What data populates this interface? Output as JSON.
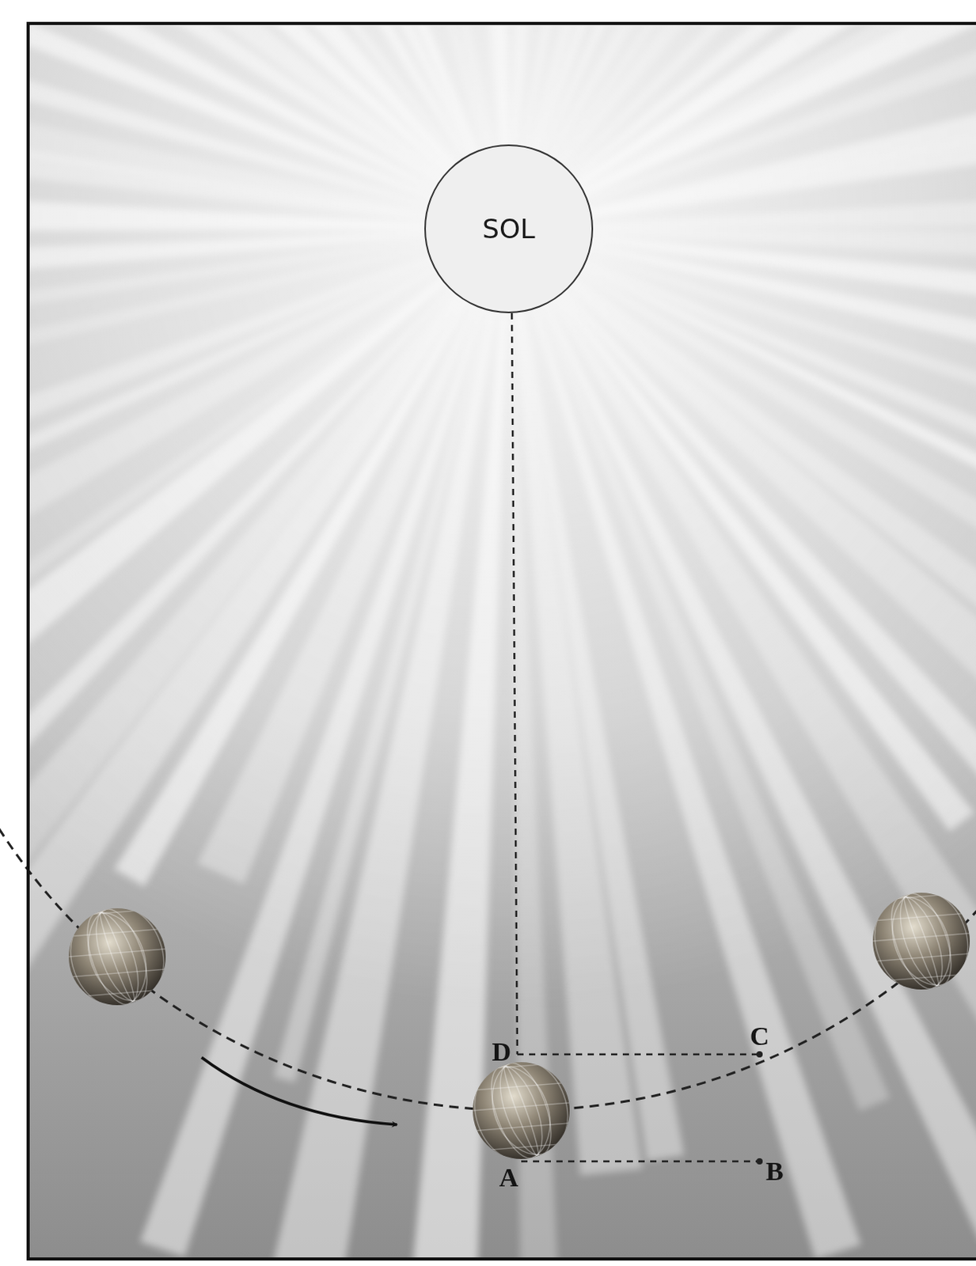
{
  "diagram": {
    "nodes": [
      {
        "text": [
          "SOL"
        ]
      }
    ],
    "labels": [
      "D",
      "C",
      "A",
      "B"
    ]
  }
}
